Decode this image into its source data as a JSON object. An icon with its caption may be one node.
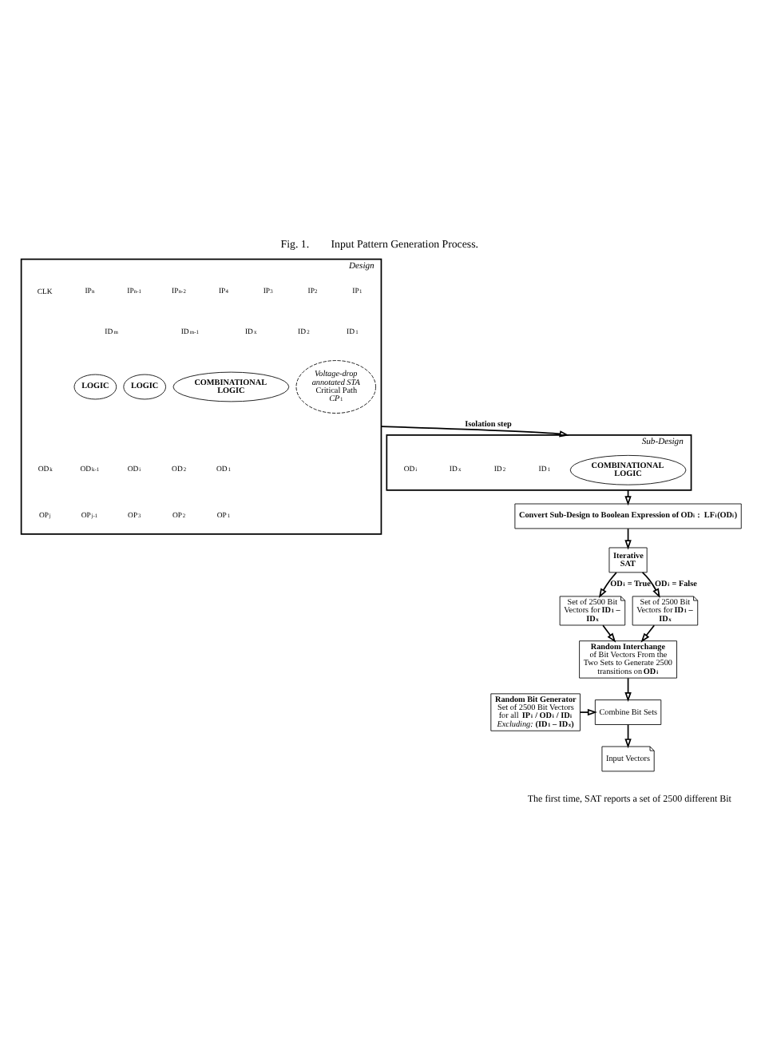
{
  "diagram": {
    "title": "Fig. 1.        Input Pattern Generation Process.",
    "nodes": [
      {
        "text": [
          "Design"
        ]
      },
      {
        "text": [
          "LOGIC"
        ],
        "in": 0
      },
      {
        "text": [
          "Voltage-drop annotated STA",
          "Critical Path *CP*$_{1}$"
        ],
        "in": 0
      },
      {
        "text": [
          "COMBINATIONAL LOGIC"
        ],
        "in": 0
      },
      {
        "text": [
          "LOGIC"
        ],
        "in": 0
      },
      {
        "text": [
          "Sub-Design"
        ]
      },
      {
        "text": [
          "COMBINATIONAL LOGIC"
        ],
        "in": 5
      },
      {
        "text": [
          "Convert Sub-Design to Boolean Expression of OD$_{i}$ :  LF$_{i}$(OD$_{i}$)"
        ]
      },
      {
        "text": [
          "Iterative SAT"
        ]
      },
      {
        "text": [
          "Set of 2500 Bit Vectors for **ID$_{1}$ – ID$_{x}$**"
        ]
      },
      {
        "text": [
          "Set of 2500 Bit Vectors for **ID$_{1}$ – ID$_{x}$**"
        ]
      },
      {
        "text": [
          "Random Interchange",
          "of Bit Vectors From the Two Sets to Generate 2500 transitions on **OD$_{i}$**"
        ]
      },
      {
        "text": [
          "Random Bit Generator",
          "Set of 2500 Bit Vectors for all  **IP$_{i}$ / OD$_{i}$ / ID$_{i}$** *Excluding:* **(ID$_{1}$ – ID$_{x}$)**"
        ]
      },
      {
        "text": [
          "Combine Bit Sets"
        ]
      },
      {
        "text": [
          "Input Vectors"
        ]
      }
    ],
    "edges": [
      {
        "from": 0,
        "to": 5,
        "arrow": "to",
        "label": "Isolation step"
      },
      {
        "from": 5,
        "to": 7,
        "arrow": "to"
      },
      {
        "from": 7,
        "to": 8,
        "arrow": "to"
      },
      {
        "from": 8,
        "to": 9,
        "arrow": "to",
        "label": "OD$_{i}$ = True"
      },
      {
        "from": 8,
        "to": 10,
        "arrow": "to",
        "label": "OD$_{i}$ = False"
      },
      {
        "from": 9,
        "to": 11,
        "arrow": "to"
      },
      {
        "from": 10,
        "to": 11,
        "arrow": "to"
      },
      {
        "from": 11,
        "to": 13,
        "arrow": "to"
      },
      {
        "from": 12,
        "to": 13,
        "arrow": "to"
      },
      {
        "from": 13,
        "to": 14,
        "arrow": "to"
      }
    ],
    "labels": [
      "IP$_{1}$",
      "IP$_{2}$",
      "IP$_{3}$",
      "IP$_{4}$",
      "IP$_{n-2}$",
      "IP$_{n-1}$",
      "IP$_{n}$",
      "CLK",
      "ID$_{1}$",
      "ID$_{2}$",
      "ID$_{x}$",
      "ID$_{m-1}$",
      "ID$_{m}$",
      "OD$_{1}$",
      "OD$_{2}$",
      "OD$_{i}$",
      "OD$_{k-1}$",
      "OD$_{k}$",
      "OP$_{1}$",
      "OP$_{2}$",
      "OP$_{3}$",
      "OP$_{j-1}$",
      "OP$_{j}$",
      "ID$_{1}$",
      "ID$_{2}$",
      "ID$_{x}$",
      "OD$_{i}$",
      "The first time, SAT reports a set of 2500 different Bit"
    ]
  }
}
